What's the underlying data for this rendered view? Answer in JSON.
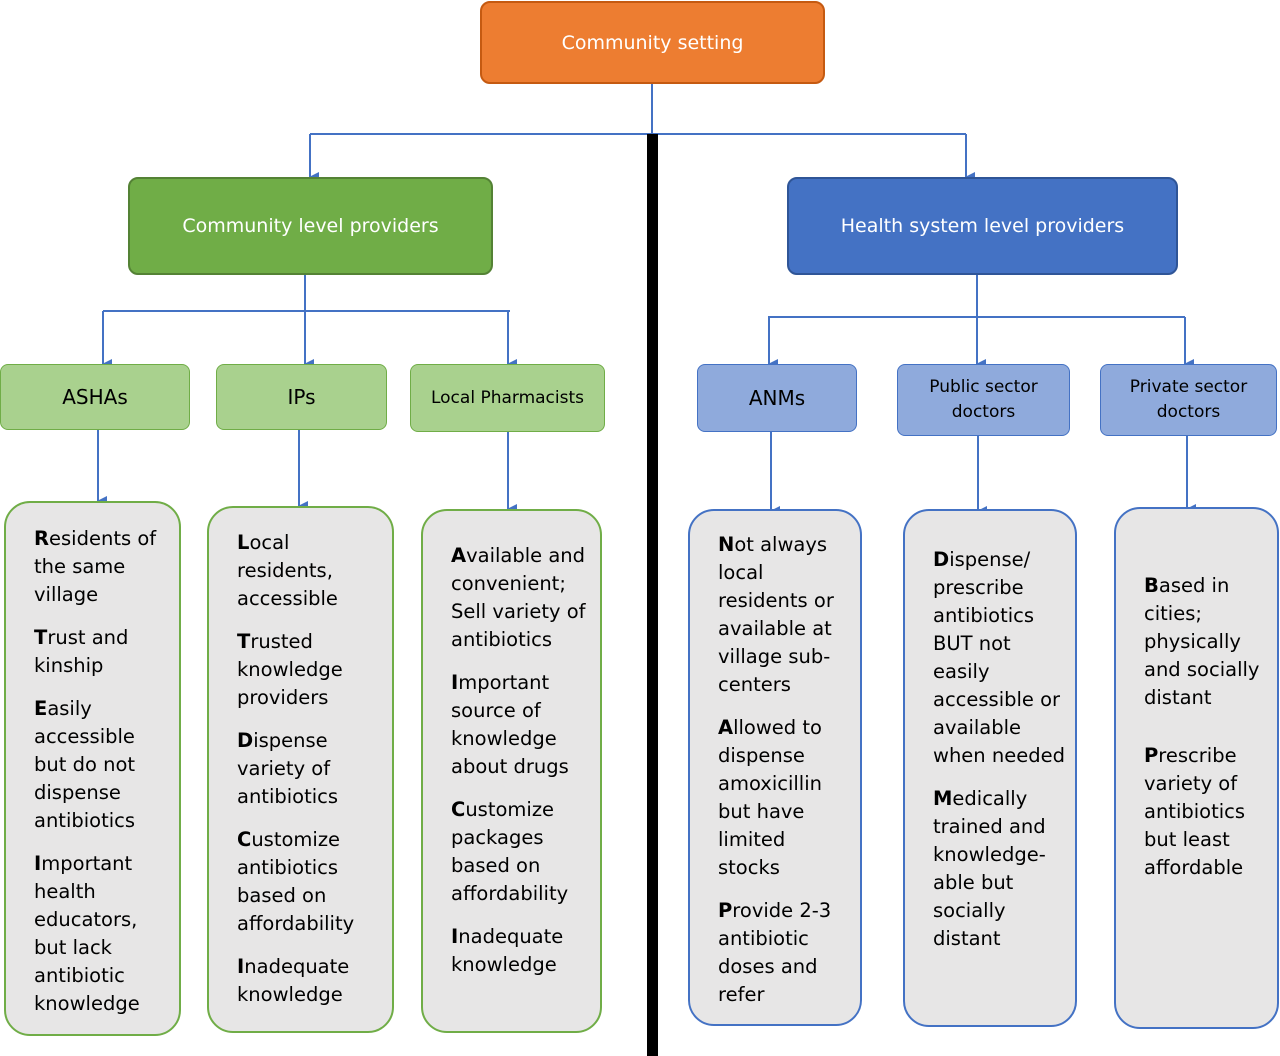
{
  "root": {
    "label": "Community setting"
  },
  "branches": {
    "community": {
      "label": "Community level providers"
    },
    "health_system": {
      "label": "Health system level providers"
    }
  },
  "providers": [
    {
      "label": "ASHAs"
    },
    {
      "label": "IPs"
    },
    {
      "label": "Local Pharmacists"
    },
    {
      "label": "ANMs"
    },
    {
      "label": "Public sector doctors"
    },
    {
      "label": "Private sector doctors"
    }
  ],
  "cards": [
    {
      "paras": [
        "Residents of the same village",
        "Trust and kinship",
        "Easily accessible but do not dispense antibiotics",
        "Important health educators, but lack antibiotic knowledge"
      ]
    },
    {
      "paras": [
        "Local residents, accessible",
        "Trusted knowledge providers",
        "Dispense variety of antibiotics",
        "Customize antibiotics based on affordability",
        "Inadequate knowledge"
      ]
    },
    {
      "paras": [
        "Available and convenient; Sell variety of antibiotics",
        "Important source of knowledge about drugs",
        "Customize packages based on affordability",
        "Inadequate knowledge"
      ]
    },
    {
      "paras": [
        "Not always local residents or available at village sub-centers",
        "Allowed to dispense amoxicillin but have limited stocks",
        "Provide 2-3 antibiotic doses and refer"
      ]
    },
    {
      "paras": [
        "Dispense/ prescribe antibiotics BUT not easily accessible or available when needed",
        "Medically trained and knowledge-able but socially distant"
      ]
    },
    {
      "paras": [
        "Based in cities; physically and socially distant",
        "Prescribe variety of antibiotics but least affordable"
      ]
    }
  ],
  "colors": {
    "root": "#ed7d31",
    "community": "#70ad47",
    "health_system": "#4472c4",
    "connector": "#4472c4",
    "divider": "#000000"
  }
}
